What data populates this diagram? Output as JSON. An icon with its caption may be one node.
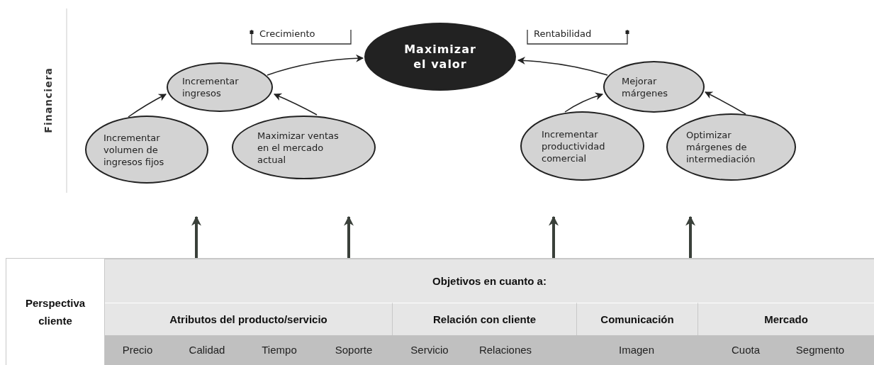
{
  "diagram": {
    "nodes": [
      {
        "text": [
          "Maximizar el valor"
        ]
      },
      {
        "text": [
          "Incrementar ingresos"
        ]
      },
      {
        "text": [
          "Mejorar márgenes"
        ]
      },
      {
        "text": [
          "Incrementar volumen de ingresos fijos"
        ]
      },
      {
        "text": [
          "Maximizar ventas en el mercado actual"
        ]
      },
      {
        "text": [
          "Incrementar productividad comercial"
        ]
      },
      {
        "text": [
          "Optimizar márgenes de intermediación"
        ]
      },
      {
        "text": [
          "Objetivos en cuanto a:"
        ]
      }
    ],
    "edges": [
      {
        "from": 1,
        "to": 0,
        "arrow": "to"
      },
      {
        "from": 2,
        "to": 0,
        "arrow": "to"
      },
      {
        "from": 3,
        "to": 1,
        "arrow": "to"
      },
      {
        "from": 4,
        "to": 1,
        "arrow": "to"
      },
      {
        "from": 5,
        "to": 2,
        "arrow": "to"
      },
      {
        "from": 6,
        "to": 2,
        "arrow": "to"
      },
      {
        "from": 7,
        "to": null,
        "arrow": "to",
        "style": "thick",
        "color": "#3a403a"
      },
      {
        "from": 7,
        "to": null,
        "arrow": "to",
        "style": "thick",
        "color": "#3a403a"
      },
      {
        "from": 7,
        "to": null,
        "arrow": "to",
        "style": "thick",
        "color": "#3a403a"
      },
      {
        "from": 7,
        "to": null,
        "arrow": "to",
        "style": "thick",
        "color": "#3a403a"
      }
    ],
    "labels": [
      "Crecimiento",
      "Rentabilidad",
      "Financiera",
      "Perspectiva cliente",
      "Atributos del producto/servicio",
      "Relación con cliente",
      "Comunicación",
      "Mercado",
      "Precio",
      "Calidad",
      "Tiempo",
      "Soporte",
      "Servicio",
      "Relaciones",
      "Imagen",
      "Cuota",
      "Segmento"
    ]
  }
}
